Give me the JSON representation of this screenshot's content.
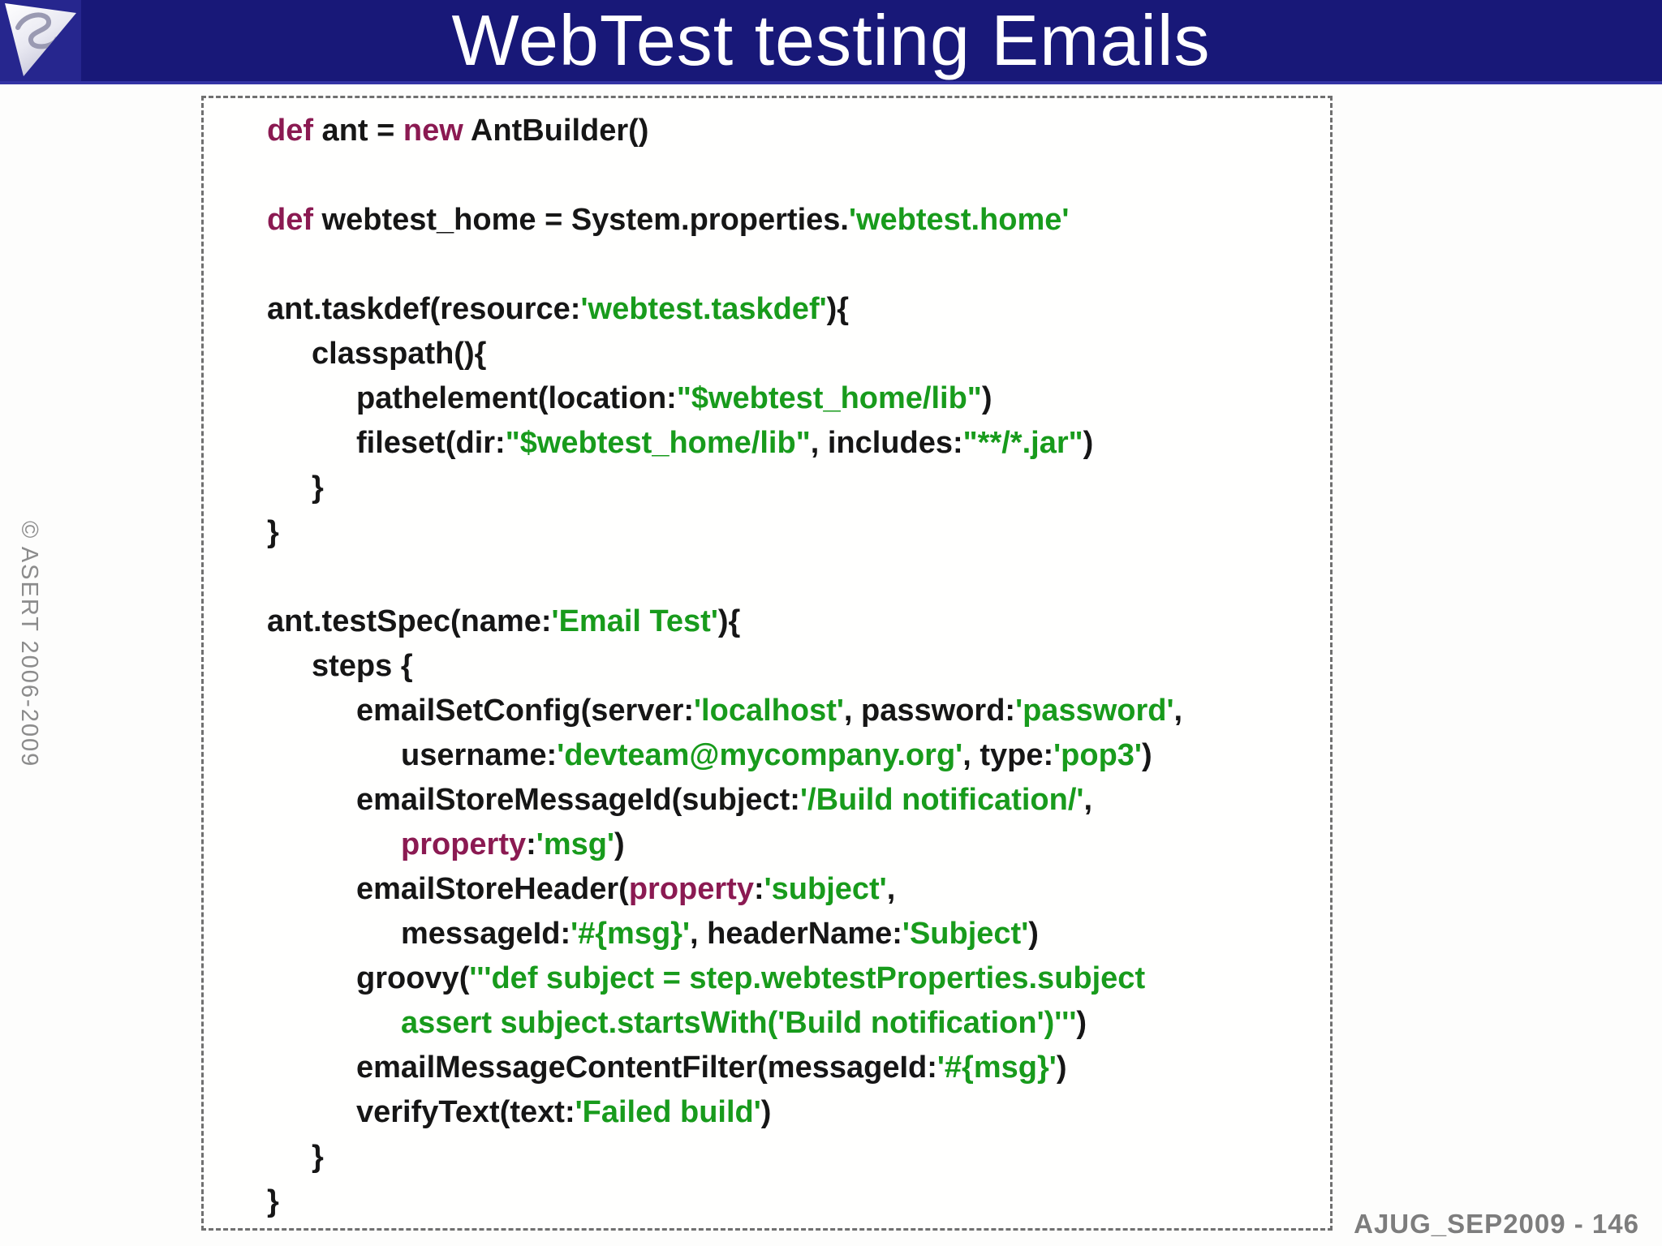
{
  "header": {
    "title": "WebTest testing Emails"
  },
  "logo": {
    "label": "ASERT logo"
  },
  "sidebar": {
    "copyright": "© ASERT 2006-2009"
  },
  "footer": {
    "slide_ref": "AJUG_SEP2009 - 146"
  },
  "colors": {
    "header_bg": "#181878",
    "keyword": "#8b1a52",
    "string": "#189b1c",
    "code": "#161616",
    "border": "#707070",
    "muted_gray": "#7d7d7d"
  },
  "code": {
    "language": "groovy",
    "lines": [
      {
        "ind": 0,
        "seg": [
          {
            "c": "k",
            "t": "def"
          },
          {
            "c": "p",
            "t": " ant = "
          },
          {
            "c": "k",
            "t": "new"
          },
          {
            "c": "p",
            "t": " AntBuilder()"
          }
        ]
      },
      {
        "ind": 0,
        "seg": []
      },
      {
        "ind": 0,
        "seg": [
          {
            "c": "k",
            "t": "def"
          },
          {
            "c": "p",
            "t": " webtest_home = System.properties."
          },
          {
            "c": "s",
            "t": "'webtest.home'"
          }
        ]
      },
      {
        "ind": 0,
        "seg": []
      },
      {
        "ind": 0,
        "seg": [
          {
            "c": "p",
            "t": "ant.taskdef(resource:"
          },
          {
            "c": "s",
            "t": "'webtest.taskdef'"
          },
          {
            "c": "p",
            "t": "){"
          }
        ]
      },
      {
        "ind": 1,
        "seg": [
          {
            "c": "p",
            "t": "classpath(){"
          }
        ]
      },
      {
        "ind": 2,
        "seg": [
          {
            "c": "p",
            "t": "pathelement(location:"
          },
          {
            "c": "s",
            "t": "\"$webtest_home/lib\""
          },
          {
            "c": "p",
            "t": ")"
          }
        ]
      },
      {
        "ind": 2,
        "seg": [
          {
            "c": "p",
            "t": "fileset(dir:"
          },
          {
            "c": "s",
            "t": "\"$webtest_home/lib\""
          },
          {
            "c": "p",
            "t": ", includes:"
          },
          {
            "c": "s",
            "t": "\"**/*.jar\""
          },
          {
            "c": "p",
            "t": ")"
          }
        ]
      },
      {
        "ind": 1,
        "seg": [
          {
            "c": "p",
            "t": "}"
          }
        ]
      },
      {
        "ind": 0,
        "seg": [
          {
            "c": "p",
            "t": "}"
          }
        ]
      },
      {
        "ind": 0,
        "seg": []
      },
      {
        "ind": 0,
        "seg": [
          {
            "c": "p",
            "t": "ant.testSpec(name:"
          },
          {
            "c": "s",
            "t": "'Email Test'"
          },
          {
            "c": "p",
            "t": "){"
          }
        ]
      },
      {
        "ind": 1,
        "seg": [
          {
            "c": "p",
            "t": "steps {"
          }
        ]
      },
      {
        "ind": 2,
        "seg": [
          {
            "c": "p",
            "t": "emailSetConfig(server:"
          },
          {
            "c": "s",
            "t": "'localhost'"
          },
          {
            "c": "p",
            "t": ", password:"
          },
          {
            "c": "s",
            "t": "'password'"
          },
          {
            "c": "p",
            "t": ","
          }
        ]
      },
      {
        "ind": 3,
        "seg": [
          {
            "c": "p",
            "t": "username:"
          },
          {
            "c": "s",
            "t": "'devteam@mycompany.org'"
          },
          {
            "c": "p",
            "t": ", type:"
          },
          {
            "c": "s",
            "t": "'pop3'"
          },
          {
            "c": "p",
            "t": ")"
          }
        ]
      },
      {
        "ind": 2,
        "seg": [
          {
            "c": "p",
            "t": "emailStoreMessageId(subject:"
          },
          {
            "c": "s",
            "t": "'/Build notification/'"
          },
          {
            "c": "p",
            "t": ","
          }
        ]
      },
      {
        "ind": 3,
        "seg": [
          {
            "c": "k",
            "t": "property"
          },
          {
            "c": "p",
            "t": ":"
          },
          {
            "c": "s",
            "t": "'msg'"
          },
          {
            "c": "p",
            "t": ")"
          }
        ]
      },
      {
        "ind": 2,
        "seg": [
          {
            "c": "p",
            "t": "emailStoreHeader("
          },
          {
            "c": "k",
            "t": "property"
          },
          {
            "c": "p",
            "t": ":"
          },
          {
            "c": "s",
            "t": "'subject'"
          },
          {
            "c": "p",
            "t": ","
          }
        ]
      },
      {
        "ind": 3,
        "seg": [
          {
            "c": "p",
            "t": "messageId:"
          },
          {
            "c": "s",
            "t": "'#{msg}'"
          },
          {
            "c": "p",
            "t": ", headerName:"
          },
          {
            "c": "s",
            "t": "'Subject'"
          },
          {
            "c": "p",
            "t": ")"
          }
        ]
      },
      {
        "ind": 2,
        "seg": [
          {
            "c": "p",
            "t": "groovy("
          },
          {
            "c": "s",
            "t": "'''def subject = step.webtestProperties.subject"
          }
        ]
      },
      {
        "ind": 3,
        "seg": [
          {
            "c": "s",
            "t": "assert subject.startsWith('Build notification')'''"
          },
          {
            "c": "p",
            "t": ")"
          }
        ]
      },
      {
        "ind": 2,
        "seg": [
          {
            "c": "p",
            "t": "emailMessageContentFilter(messageId:"
          },
          {
            "c": "s",
            "t": "'#{msg}'"
          },
          {
            "c": "p",
            "t": ")"
          }
        ]
      },
      {
        "ind": 2,
        "seg": [
          {
            "c": "p",
            "t": "verifyText(text:"
          },
          {
            "c": "s",
            "t": "'Failed build'"
          },
          {
            "c": "p",
            "t": ")"
          }
        ]
      },
      {
        "ind": 1,
        "seg": [
          {
            "c": "p",
            "t": "}"
          }
        ]
      },
      {
        "ind": 0,
        "seg": [
          {
            "c": "p",
            "t": "}"
          }
        ]
      }
    ]
  }
}
